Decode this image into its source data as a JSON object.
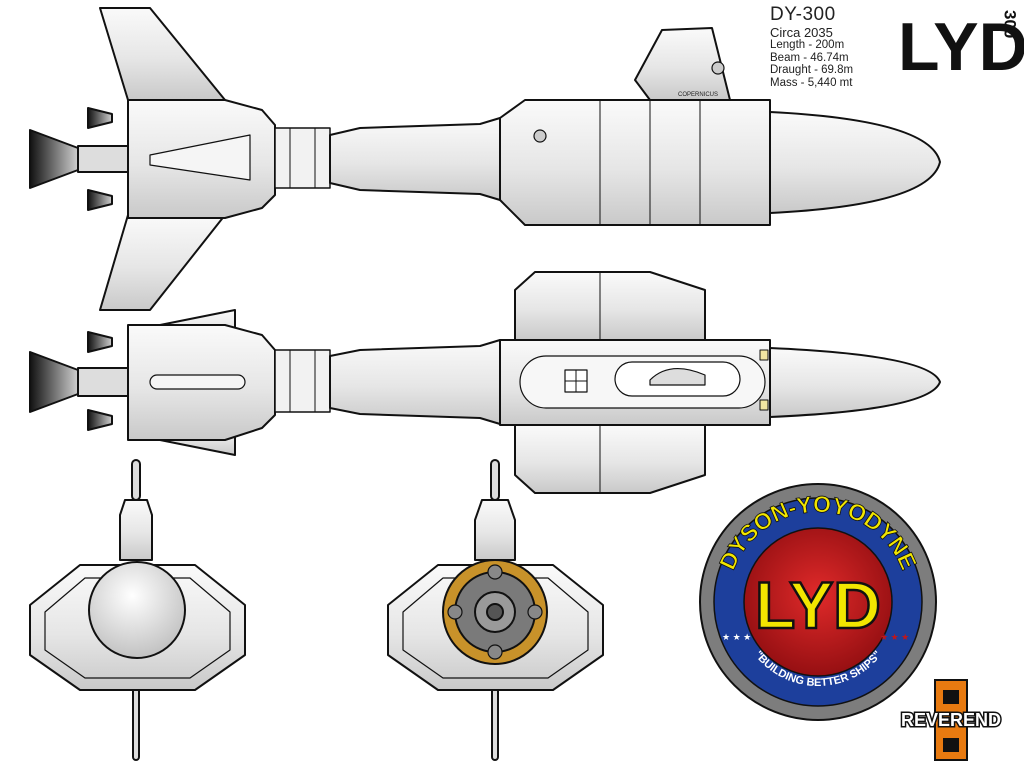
{
  "spec_block": {
    "name": "DY-300",
    "circa": "Circa 2035",
    "rows": [
      "Length - 200m",
      "Beam - 46.74m",
      "Draught - 69.8m",
      "Mass - 5,440 mt"
    ]
  },
  "logo_stamp": {
    "letters": "LYD",
    "number": "300"
  },
  "hull_label": "COPERNICUS",
  "emblem": {
    "top_text": "DYSON-YOYODYNE",
    "bottom_text": "\"BUILDING BETTER SHIPS\"",
    "letters": "LYD"
  },
  "artist_badge": "REVEREND",
  "colors": {
    "hull": "#e9e9e9",
    "outline": "#111111",
    "emblem_red": "#c0161b",
    "emblem_yellow": "#f2e600",
    "emblem_blue": "#1d3f9c",
    "badge_orange": "#e87a10"
  }
}
